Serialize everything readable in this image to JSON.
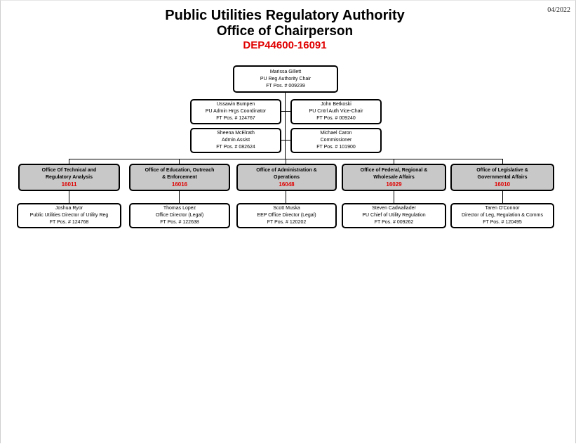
{
  "header": {
    "date": "04/2022",
    "title_line1": "Public Utilities Regulatory Authority",
    "title_line2": "Office of Chairperson",
    "dept_code": "DEP44600-16091"
  },
  "chair": {
    "name": "Marissa Gillett",
    "title": "PU Reg Authority Chair",
    "pos": "FT Pos. # 009239"
  },
  "staff_left": [
    {
      "name": "Ussawin Bumpen",
      "title": "PU Admin Hrgs Coordinator",
      "pos": "FT Pos. # 124767"
    },
    {
      "name": "Sheena McElrath",
      "title": "Admin Assist",
      "pos": "FT Pos. # 082624"
    }
  ],
  "staff_right": [
    {
      "name": "John Betkoski",
      "title": "PU Cntrl Auth Vice-Chair",
      "pos": "FT Pos. # 009240"
    },
    {
      "name": "Michael Caron",
      "title": "Commissioner",
      "pos": "FT Pos. # 101900"
    }
  ],
  "offices": [
    {
      "line1": "Office Of Technical and",
      "line2": "Regulatory Analysis",
      "code": "16011",
      "head": {
        "name": "Joshua Ryor",
        "title": "Public Utilities Director of Utility Reg",
        "pos": "FT Pos. # 124768"
      }
    },
    {
      "line1": "Office of Education, Outreach",
      "line2": "& Enforcement",
      "code": "16016",
      "head": {
        "name": "Thomas Lopez",
        "title": "Office Director (Legal)",
        "pos": "FT Pos. # 122638"
      }
    },
    {
      "line1": "Office of Administration &",
      "line2": "Operations",
      "code": "16048",
      "head": {
        "name": "Scott Muska",
        "title": "EEP Office Director (Legal)",
        "pos": "FT Pos. # 120202"
      }
    },
    {
      "line1": "Office of Federal, Regional &",
      "line2": "Wholesale Affairs",
      "code": "16029",
      "head": {
        "name": "Steven Cadwallader",
        "title": "PU Chief of Utility Regulation",
        "pos": "FT Pos. # 009262"
      }
    },
    {
      "line1": "Office of Legislative &",
      "line2": "Governmental Affairs",
      "code": "16010",
      "head": {
        "name": "Taren O'Connor",
        "title": "Director of Leg, Regulation & Comms",
        "pos": "FT Pos. # 120495"
      }
    }
  ]
}
